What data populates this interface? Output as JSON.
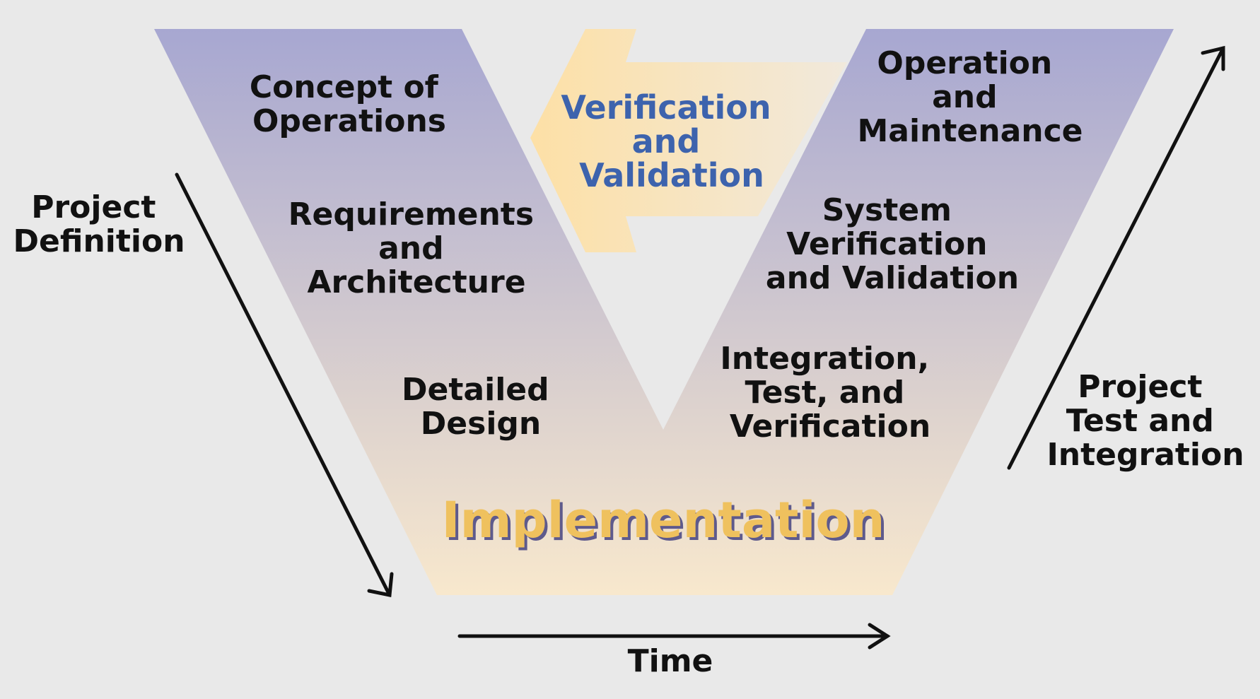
{
  "diagram": {
    "left_stages": [
      {
        "id": "concept",
        "lines": [
          "Concept of",
          "Operations"
        ]
      },
      {
        "id": "requirements",
        "lines": [
          "Requirements",
          "and",
          "Architecture"
        ]
      },
      {
        "id": "design",
        "lines": [
          "Detailed",
          "Design"
        ]
      }
    ],
    "right_stages": [
      {
        "id": "operation",
        "lines": [
          "Operation",
          "and",
          "Maintenance"
        ]
      },
      {
        "id": "system-vv",
        "lines": [
          "System",
          "Verification",
          "and Validation"
        ]
      },
      {
        "id": "integration",
        "lines": [
          "Integration,",
          "Test, and",
          "Verification"
        ]
      }
    ],
    "bottom_stage": "Implementation",
    "feedback_arrow": {
      "lines": [
        "Verification",
        "and",
        "Validation"
      ]
    },
    "axes": {
      "left": {
        "lines": [
          "Project",
          "Definition"
        ]
      },
      "right": {
        "lines": [
          "Project",
          "Test and",
          "Integration"
        ]
      },
      "bottom": "Time"
    },
    "colors": {
      "background": "#e9e9e9",
      "v_top": "#a7a7d1",
      "v_bottom": "#f8e8cd",
      "arrow_fill_left": "#fde0a6",
      "arrow_fill_right": "#f1e9dc",
      "vv_text": "#3d63ad",
      "impl_text": "#efc15e",
      "impl_shadow": "#5e5a8c",
      "label_text": "#111111"
    }
  }
}
